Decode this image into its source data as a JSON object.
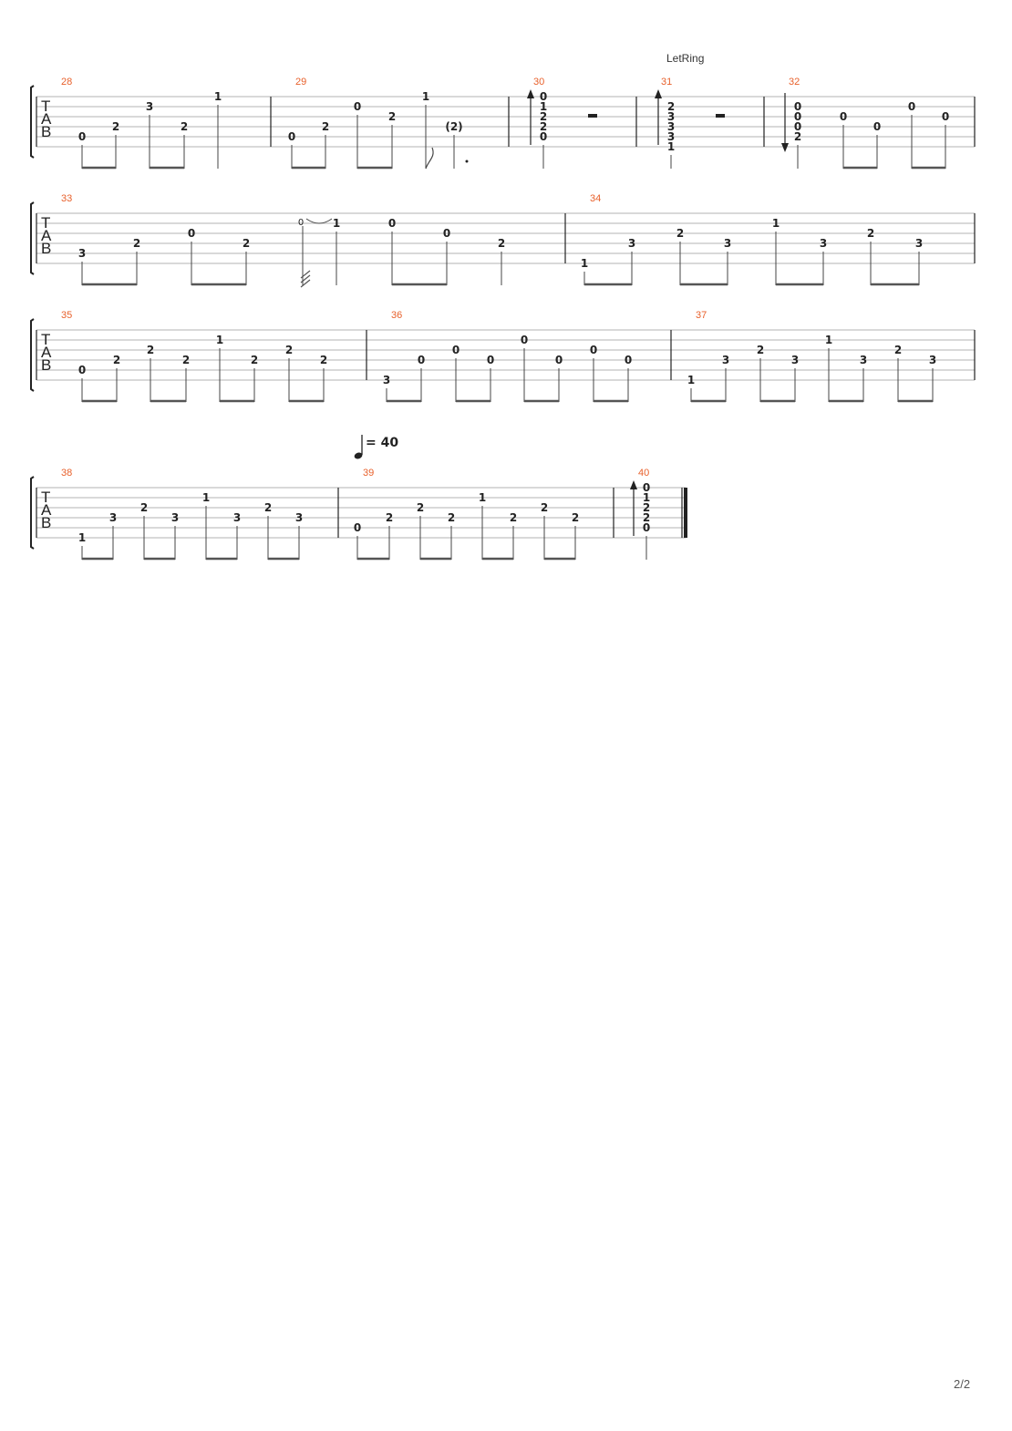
{
  "annotations": {
    "let_ring": "LetRing",
    "tempo": "= 40",
    "page_number": "2/2",
    "clef_letters": [
      "T",
      "A",
      "B"
    ],
    "ghost_note": "(2)",
    "grace_note": "0"
  },
  "systems": [
    {
      "measures": [
        {
          "number": "28",
          "events": [
            {
              "notes": [
                [
                  4,
                  "0"
                ]
              ]
            },
            {
              "notes": [
                [
                  3,
                  "2"
                ]
              ]
            },
            {
              "notes": [
                [
                  1,
                  "3"
                ]
              ]
            },
            {
              "notes": [
                [
                  3,
                  "2"
                ]
              ]
            },
            {
              "notes": [
                [
                  0,
                  "1"
                ]
              ]
            }
          ]
        },
        {
          "number": "29",
          "events": [
            {
              "notes": [
                [
                  4,
                  "0"
                ]
              ]
            },
            {
              "notes": [
                [
                  3,
                  "2"
                ]
              ]
            },
            {
              "notes": [
                [
                  1,
                  "0"
                ]
              ]
            },
            {
              "notes": [
                [
                  2,
                  "2"
                ]
              ]
            },
            {
              "notes": [
                [
                  0,
                  "1"
                ]
              ]
            },
            {
              "notes": [
                [
                  3,
                  "(2)"
                ]
              ]
            }
          ]
        },
        {
          "number": "30",
          "events": [
            {
              "notes": [
                [
                  0,
                  "0"
                ],
                [
                  1,
                  "1"
                ],
                [
                  2,
                  "2"
                ],
                [
                  3,
                  "2"
                ],
                [
                  4,
                  "0"
                ]
              ]
            }
          ]
        },
        {
          "number": "31",
          "events": [
            {
              "notes": [
                [
                  1,
                  "2"
                ],
                [
                  2,
                  "3"
                ],
                [
                  3,
                  "3"
                ],
                [
                  4,
                  "3"
                ],
                [
                  5,
                  "1"
                ]
              ]
            }
          ]
        },
        {
          "number": "32",
          "events": [
            {
              "notes": [
                [
                  1,
                  "0"
                ],
                [
                  2,
                  "0"
                ],
                [
                  3,
                  "0"
                ],
                [
                  4,
                  "2"
                ]
              ]
            },
            {
              "notes": [
                [
                  2,
                  "0"
                ]
              ]
            },
            {
              "notes": [
                [
                  3,
                  "0"
                ]
              ]
            },
            {
              "notes": [
                [
                  1,
                  "0"
                ]
              ]
            },
            {
              "notes": [
                [
                  2,
                  "0"
                ]
              ]
            }
          ]
        }
      ]
    },
    {
      "measures": [
        {
          "number": "33",
          "events": [
            {
              "notes": [
                [
                  4,
                  "3"
                ]
              ]
            },
            {
              "notes": [
                [
                  3,
                  "2"
                ]
              ]
            },
            {
              "notes": [
                [
                  2,
                  "0"
                ]
              ]
            },
            {
              "notes": [
                [
                  3,
                  "2"
                ]
              ]
            },
            {
              "notes": [
                [
                  1,
                  "1"
                ]
              ]
            },
            {
              "notes": [
                [
                  1,
                  "0"
                ]
              ]
            },
            {
              "notes": [
                [
                  2,
                  "0"
                ]
              ]
            },
            {
              "notes": [
                [
                  3,
                  "2"
                ]
              ]
            }
          ]
        },
        {
          "number": "34",
          "events": [
            {
              "notes": [
                [
                  5,
                  "1"
                ]
              ]
            },
            {
              "notes": [
                [
                  3,
                  "3"
                ]
              ]
            },
            {
              "notes": [
                [
                  2,
                  "2"
                ]
              ]
            },
            {
              "notes": [
                [
                  3,
                  "3"
                ]
              ]
            },
            {
              "notes": [
                [
                  1,
                  "1"
                ]
              ]
            },
            {
              "notes": [
                [
                  3,
                  "3"
                ]
              ]
            },
            {
              "notes": [
                [
                  2,
                  "2"
                ]
              ]
            },
            {
              "notes": [
                [
                  3,
                  "3"
                ]
              ]
            }
          ]
        }
      ]
    },
    {
      "measures": [
        {
          "number": "35",
          "events": [
            {
              "notes": [
                [
                  4,
                  "0"
                ]
              ]
            },
            {
              "notes": [
                [
                  3,
                  "2"
                ]
              ]
            },
            {
              "notes": [
                [
                  2,
                  "2"
                ]
              ]
            },
            {
              "notes": [
                [
                  3,
                  "2"
                ]
              ]
            },
            {
              "notes": [
                [
                  1,
                  "1"
                ]
              ]
            },
            {
              "notes": [
                [
                  3,
                  "2"
                ]
              ]
            },
            {
              "notes": [
                [
                  2,
                  "2"
                ]
              ]
            },
            {
              "notes": [
                [
                  3,
                  "2"
                ]
              ]
            }
          ]
        },
        {
          "number": "36",
          "events": [
            {
              "notes": [
                [
                  5,
                  "3"
                ]
              ]
            },
            {
              "notes": [
                [
                  3,
                  "0"
                ]
              ]
            },
            {
              "notes": [
                [
                  2,
                  "0"
                ]
              ]
            },
            {
              "notes": [
                [
                  3,
                  "0"
                ]
              ]
            },
            {
              "notes": [
                [
                  1,
                  "0"
                ]
              ]
            },
            {
              "notes": [
                [
                  3,
                  "0"
                ]
              ]
            },
            {
              "notes": [
                [
                  2,
                  "0"
                ]
              ]
            },
            {
              "notes": [
                [
                  3,
                  "0"
                ]
              ]
            }
          ]
        },
        {
          "number": "37",
          "events": [
            {
              "notes": [
                [
                  5,
                  "1"
                ]
              ]
            },
            {
              "notes": [
                [
                  3,
                  "3"
                ]
              ]
            },
            {
              "notes": [
                [
                  2,
                  "2"
                ]
              ]
            },
            {
              "notes": [
                [
                  3,
                  "3"
                ]
              ]
            },
            {
              "notes": [
                [
                  1,
                  "1"
                ]
              ]
            },
            {
              "notes": [
                [
                  3,
                  "3"
                ]
              ]
            },
            {
              "notes": [
                [
                  2,
                  "2"
                ]
              ]
            },
            {
              "notes": [
                [
                  3,
                  "3"
                ]
              ]
            }
          ]
        }
      ]
    },
    {
      "measures": [
        {
          "number": "38",
          "events": [
            {
              "notes": [
                [
                  5,
                  "1"
                ]
              ]
            },
            {
              "notes": [
                [
                  3,
                  "3"
                ]
              ]
            },
            {
              "notes": [
                [
                  2,
                  "2"
                ]
              ]
            },
            {
              "notes": [
                [
                  3,
                  "3"
                ]
              ]
            },
            {
              "notes": [
                [
                  1,
                  "1"
                ]
              ]
            },
            {
              "notes": [
                [
                  3,
                  "3"
                ]
              ]
            },
            {
              "notes": [
                [
                  2,
                  "2"
                ]
              ]
            },
            {
              "notes": [
                [
                  3,
                  "3"
                ]
              ]
            }
          ]
        },
        {
          "number": "39",
          "events": [
            {
              "notes": [
                [
                  4,
                  "0"
                ]
              ]
            },
            {
              "notes": [
                [
                  3,
                  "2"
                ]
              ]
            },
            {
              "notes": [
                [
                  2,
                  "2"
                ]
              ]
            },
            {
              "notes": [
                [
                  3,
                  "2"
                ]
              ]
            },
            {
              "notes": [
                [
                  1,
                  "1"
                ]
              ]
            },
            {
              "notes": [
                [
                  3,
                  "2"
                ]
              ]
            },
            {
              "notes": [
                [
                  2,
                  "2"
                ]
              ]
            },
            {
              "notes": [
                [
                  3,
                  "2"
                ]
              ]
            }
          ]
        },
        {
          "number": "40",
          "events": [
            {
              "notes": [
                [
                  0,
                  "0"
                ],
                [
                  1,
                  "1"
                ],
                [
                  2,
                  "2"
                ],
                [
                  3,
                  "2"
                ],
                [
                  4,
                  "0"
                ]
              ]
            }
          ]
        }
      ]
    }
  ]
}
